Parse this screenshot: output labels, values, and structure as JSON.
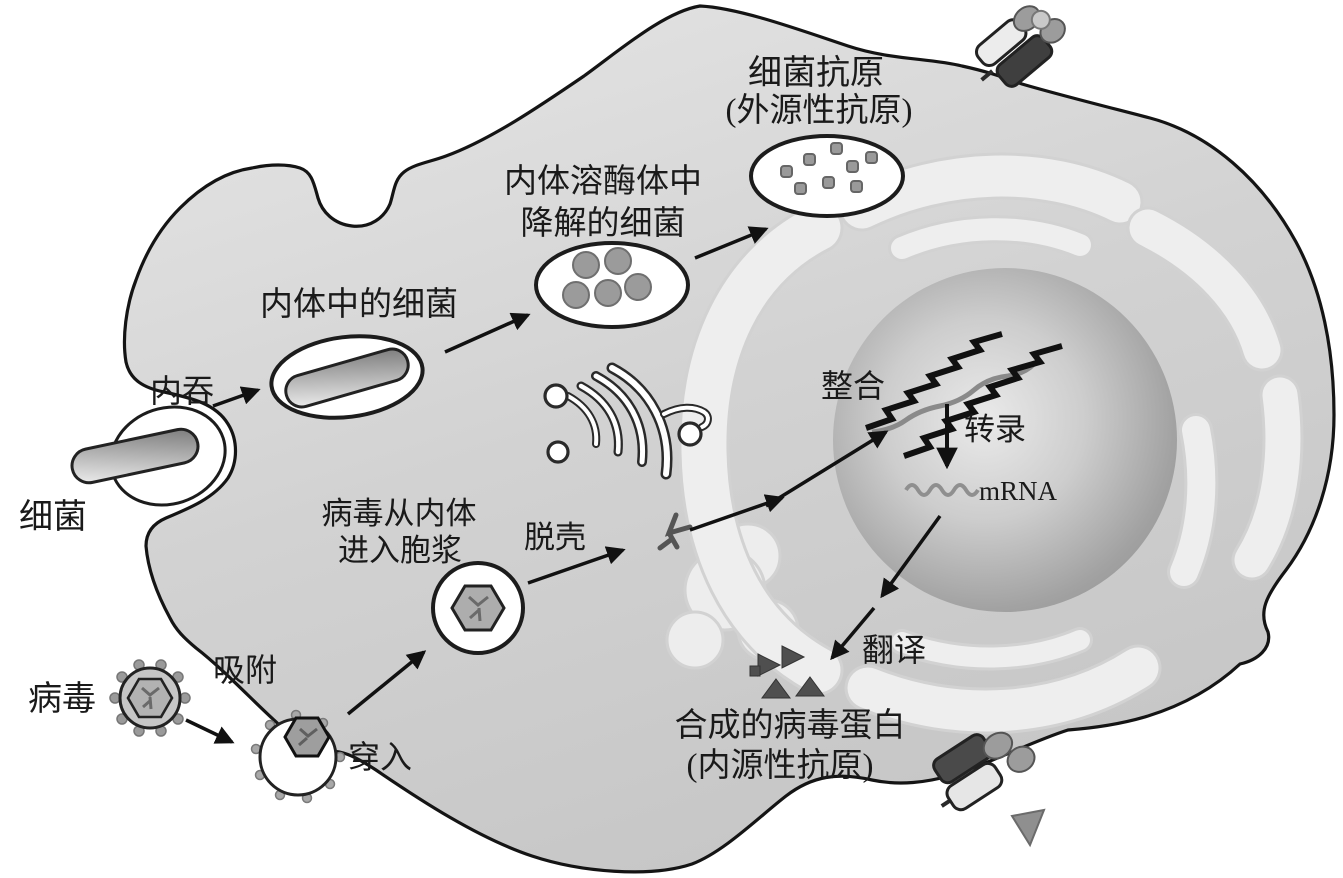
{
  "diagram": {
    "colors": {
      "background": "#ffffff",
      "cell_fill_light": "#e4e4e4",
      "cell_fill_dark": "#c7c7c7",
      "cell_outline": "#141414",
      "nucleus_edge": "#999999",
      "er_fill": "#ededed",
      "vesicle_fill": "#ffffff",
      "arrow": "#111111",
      "text": "#1a1a1a",
      "organelle_gray": "#9b9b9b",
      "protein_dark": "#4f4f4f"
    },
    "bacteria_pathway": {
      "bacterium": "细菌",
      "endocytosis": "内吞",
      "endosome_bacterium": "内体中的细菌",
      "degraded_line1": "内体溶酶体中",
      "degraded_line2": "降解的细菌",
      "antigen_line1": "细菌抗原",
      "antigen_line2": "(外源性抗原)"
    },
    "virus_pathway": {
      "virus": "病毒",
      "adsorption": "吸附",
      "penetration": "穿入",
      "escape_line1": "病毒从内体",
      "escape_line2": "进入胞浆",
      "uncoating": "脱壳",
      "integration": "整合",
      "transcription": "转录",
      "mrna": "mRNA",
      "translation": "翻译",
      "protein_line1": "合成的病毒蛋白",
      "protein_line2": "(内源性抗原)"
    }
  }
}
